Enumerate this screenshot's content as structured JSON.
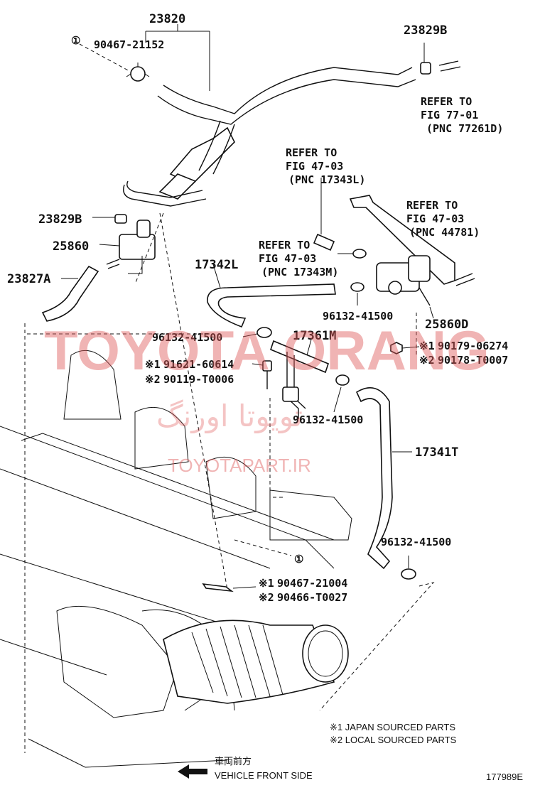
{
  "parts": {
    "hose_23820": "23820",
    "clip_90467_21152": "90467-21152",
    "clip_23829B_top": "23829B",
    "clip_23829B_left": "23829B",
    "valve_25860": "25860",
    "hose_23827A": "23827A",
    "hose_17342L": "17342L",
    "clamp_96132_a": "96132-41500",
    "clamp_96132_b": "96132-41500",
    "clamp_96132_c": "96132-41500",
    "clamp_96132_d": "96132-41500",
    "pipe_17361M": "17361M",
    "bolt_91621": "91621-60614",
    "bolt_90119": "90119-T0006",
    "valve_25860D": "25860D",
    "nut_90179": "90179-06274",
    "nut_90178": "90178-T0007",
    "hose_17341T": "17341T",
    "clip_90467_21004": "90467-21004",
    "clip_90466": "90466-T0027"
  },
  "refs": {
    "ref_77_01": {
      "line1": "REFER TO",
      "line2": "FIG 77-01",
      "line3": "(PNC 77261D)"
    },
    "ref_17343L": {
      "line1": "REFER TO",
      "line2": "FIG 47-03",
      "line3": "(PNC 17343L)"
    },
    "ref_17343M": {
      "line1": "REFER TO",
      "line2": "FIG 47-03",
      "line3": "(PNC 17343M)"
    },
    "ref_44781": {
      "line1": "REFER TO",
      "line2": "FIG 47-03",
      "line3": "(PNC 44781)"
    }
  },
  "markers": {
    "circle_1": "①",
    "mark_1": "※1",
    "mark_2": "※2"
  },
  "legend": {
    "japan": "※1 JAPAN SOURCED PARTS",
    "local": "※2 LOCAL SOURCED PARTS"
  },
  "front": {
    "jp": "車両前方",
    "en": "VEHICLE FRONT SIDE"
  },
  "figure_id": "177989E",
  "watermark": {
    "brand": "TOYOTA ORANG",
    "persian": "تویوتا اورنگ",
    "site": "TOYOTAPART.IR"
  }
}
